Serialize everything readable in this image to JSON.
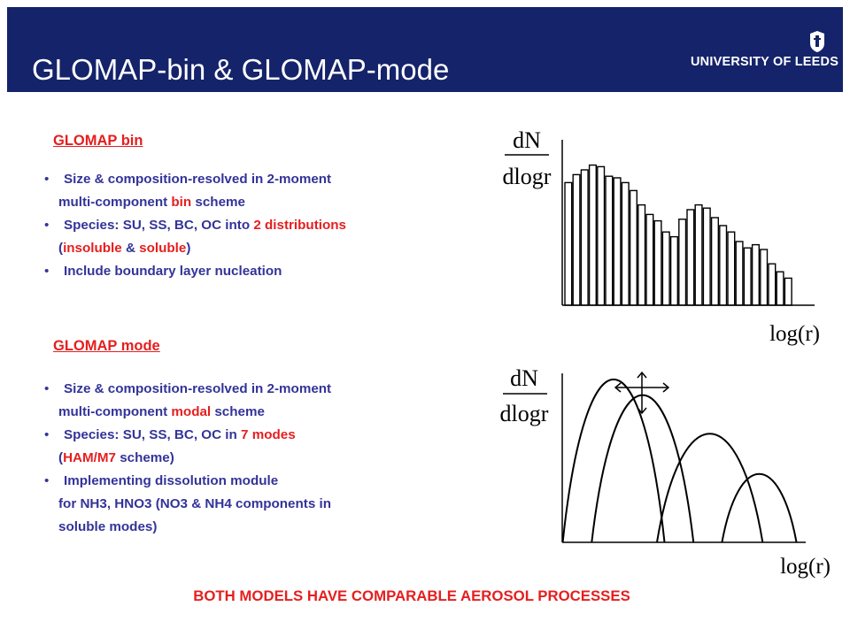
{
  "header": {
    "title": "GLOMAP-bin & GLOMAP-mode",
    "logo_text": "UNIVERSITY OF LEEDS",
    "background": "#14236a"
  },
  "bin_section": {
    "heading": "GLOMAP bin",
    "bullets": [
      {
        "lines": [
          [
            {
              "t": "Size & composition-resolved in 2-moment",
              "hl": false
            }
          ],
          [
            {
              "t": "multi-component ",
              "hl": false
            },
            {
              "t": "bin",
              "hl": true
            },
            {
              "t": " scheme",
              "hl": false
            }
          ]
        ]
      },
      {
        "lines": [
          [
            {
              "t": "Species: SU, SS, BC, OC into ",
              "hl": false
            },
            {
              "t": "2 distributions",
              "hl": true
            }
          ],
          [
            {
              "t": "(",
              "hl": false
            },
            {
              "t": "insoluble",
              "hl": true
            },
            {
              "t": " & ",
              "hl": false
            },
            {
              "t": "soluble",
              "hl": true
            },
            {
              "t": ")",
              "hl": false
            }
          ]
        ]
      },
      {
        "lines": [
          [
            {
              "t": "Include boundary layer nucleation",
              "hl": false
            }
          ]
        ]
      }
    ]
  },
  "mode_section": {
    "heading": "GLOMAP mode",
    "bullets": [
      {
        "lines": [
          [
            {
              "t": "Size & composition-resolved in 2-moment",
              "hl": false
            }
          ],
          [
            {
              "t": "multi-component ",
              "hl": false
            },
            {
              "t": "modal",
              "hl": true
            },
            {
              "t": " scheme",
              "hl": false
            }
          ]
        ]
      },
      {
        "lines": [
          [
            {
              "t": "Species: SU, SS, BC, OC in ",
              "hl": false
            },
            {
              "t": "7 modes",
              "hl": true
            }
          ],
          [
            {
              "t": "(",
              "hl": false
            },
            {
              "t": "HAM/M7",
              "hl": true
            },
            {
              "t": " scheme)",
              "hl": false
            }
          ]
        ]
      },
      {
        "lines": [
          [
            {
              "t": "Implementing dissolution module",
              "hl": false
            }
          ],
          [
            {
              "t": "for NH3, HNO3 (NO3 & NH4 components in",
              "hl": false
            }
          ],
          [
            {
              "t": "soluble modes)",
              "hl": false
            }
          ]
        ]
      }
    ]
  },
  "bin_chart": {
    "ylabel_top": "dN",
    "ylabel_bottom": "dlogr",
    "xlabel": "log(r)",
    "bin_heights": [
      0.77,
      0.82,
      0.85,
      0.88,
      0.87,
      0.81,
      0.8,
      0.77,
      0.72,
      0.63,
      0.57,
      0.53,
      0.46,
      0.43,
      0.54,
      0.6,
      0.63,
      0.61,
      0.55,
      0.5,
      0.46,
      0.4,
      0.36,
      0.38,
      0.35,
      0.26,
      0.21,
      0.17
    ]
  },
  "mode_chart": {
    "ylabel_top": "dN",
    "ylabel_bottom": "dlogr",
    "xlabel": "log(r)",
    "modes": [
      {
        "center": 0.211,
        "height": 0.93,
        "half_width": 0.209
      },
      {
        "center": 0.33,
        "height": 0.84,
        "half_width": 0.209
      },
      {
        "center": 0.606,
        "height": 0.62,
        "half_width": 0.217
      },
      {
        "center": 0.809,
        "height": 0.39,
        "half_width": 0.153
      }
    ]
  },
  "footer": {
    "text": "BOTH MODELS HAVE COMPARABLE AEROSOL PROCESSES"
  }
}
